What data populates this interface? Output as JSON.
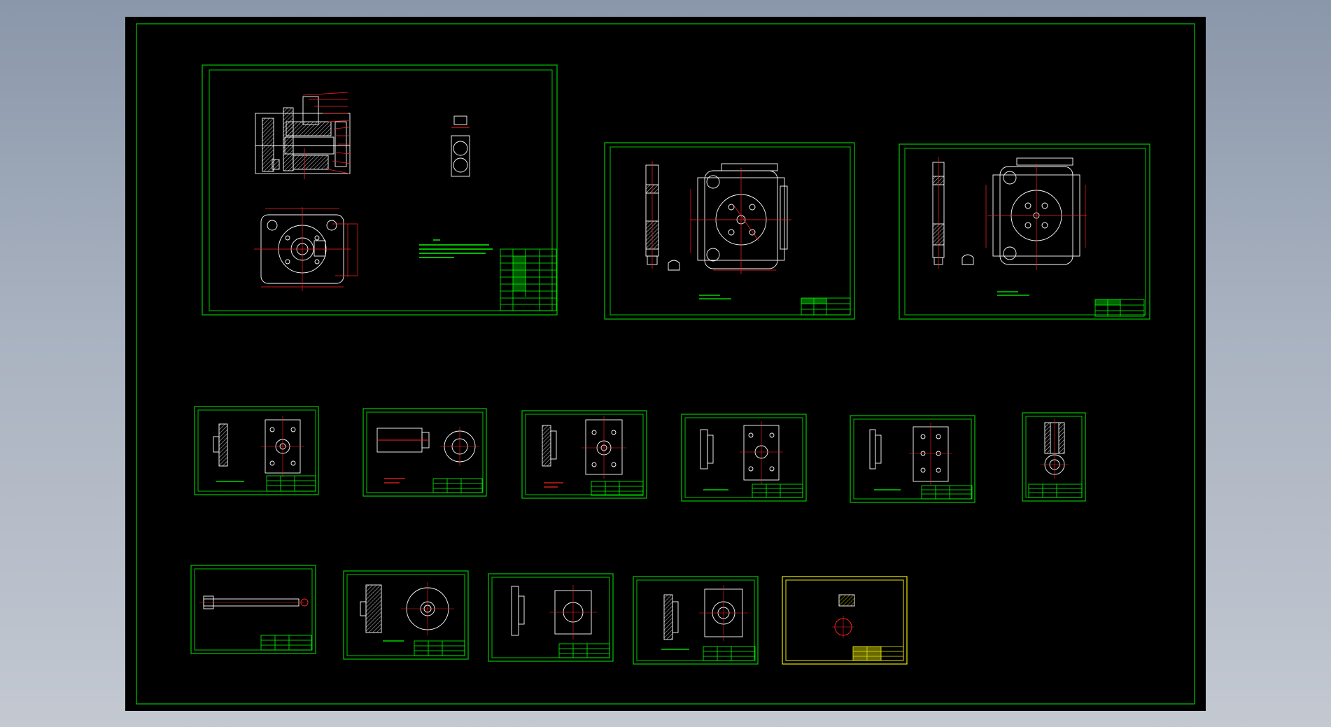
{
  "viewport": {
    "background_color": "#000000",
    "outer_gradient": [
      "#8a97aa",
      "#c3c8d1"
    ]
  },
  "colors": {
    "border_green": "#00c800",
    "geometry_white": "#ffffff",
    "center_red": "#ff2020",
    "title_green": "#00ff00",
    "highlight_yellow": "#e8e800",
    "cyan": "#00d0d0"
  },
  "sheets": [
    {
      "id": "assembly-drawing",
      "kind": "assembly",
      "frame_color": "border_green"
    },
    {
      "id": "part-drawing-1",
      "kind": "plate-large",
      "frame_color": "border_green"
    },
    {
      "id": "part-drawing-2",
      "kind": "plate-large",
      "frame_color": "border_green"
    },
    {
      "id": "part-drawing-3",
      "kind": "small-plate",
      "frame_color": "border_green"
    },
    {
      "id": "part-drawing-4",
      "kind": "small-shaft",
      "frame_color": "border_green"
    },
    {
      "id": "part-drawing-5",
      "kind": "small-plate",
      "frame_color": "border_green"
    },
    {
      "id": "part-drawing-6",
      "kind": "small-plate",
      "frame_color": "border_green"
    },
    {
      "id": "part-drawing-7",
      "kind": "small-plate",
      "frame_color": "border_green"
    },
    {
      "id": "part-drawing-8",
      "kind": "small-bushing",
      "frame_color": "border_green"
    },
    {
      "id": "part-drawing-9",
      "kind": "long-pin",
      "frame_color": "border_green"
    },
    {
      "id": "part-drawing-10",
      "kind": "disc",
      "frame_color": "border_green"
    },
    {
      "id": "part-drawing-11",
      "kind": "square-plate",
      "frame_color": "border_green"
    },
    {
      "id": "part-drawing-12",
      "kind": "square-plate",
      "frame_color": "border_green"
    },
    {
      "id": "part-drawing-13",
      "kind": "ring",
      "frame_color": "highlight_yellow"
    }
  ]
}
